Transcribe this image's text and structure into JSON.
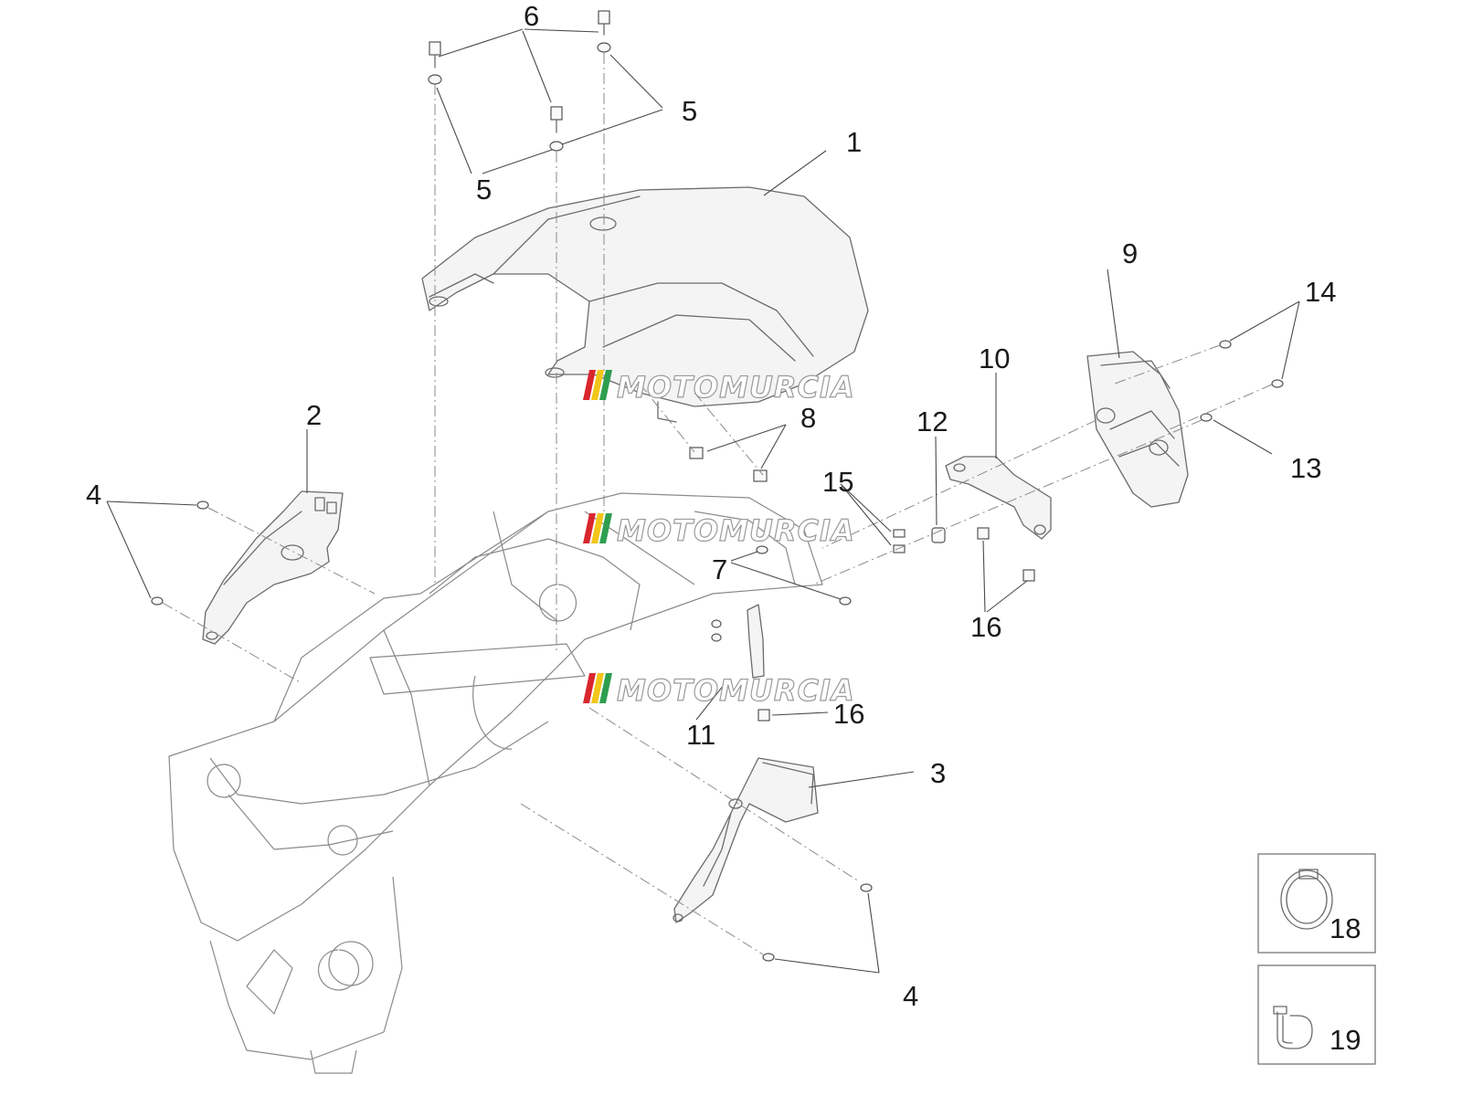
{
  "diagram": {
    "callouts": [
      {
        "id": "c1",
        "label": "1"
      },
      {
        "id": "c2",
        "label": "2"
      },
      {
        "id": "c3",
        "label": "3"
      },
      {
        "id": "c4a",
        "label": "4"
      },
      {
        "id": "c4b",
        "label": "4"
      },
      {
        "id": "c5a",
        "label": "5"
      },
      {
        "id": "c5b",
        "label": "5"
      },
      {
        "id": "c6",
        "label": "6"
      },
      {
        "id": "c7",
        "label": "7"
      },
      {
        "id": "c8",
        "label": "8"
      },
      {
        "id": "c9",
        "label": "9"
      },
      {
        "id": "c10",
        "label": "10"
      },
      {
        "id": "c11",
        "label": "11"
      },
      {
        "id": "c12",
        "label": "12"
      },
      {
        "id": "c13",
        "label": "13"
      },
      {
        "id": "c14",
        "label": "14"
      },
      {
        "id": "c15",
        "label": "15"
      },
      {
        "id": "c16a",
        "label": "16"
      },
      {
        "id": "c16b",
        "label": "16"
      },
      {
        "id": "c18",
        "label": "18"
      },
      {
        "id": "c19",
        "label": "19"
      }
    ],
    "watermark": "MOTOMURCIA",
    "colors": {
      "watermark_red": "#d9262e",
      "watermark_yellow": "#f2c618",
      "watermark_green": "#2e9e4f",
      "line": "#6b6b6b"
    }
  }
}
